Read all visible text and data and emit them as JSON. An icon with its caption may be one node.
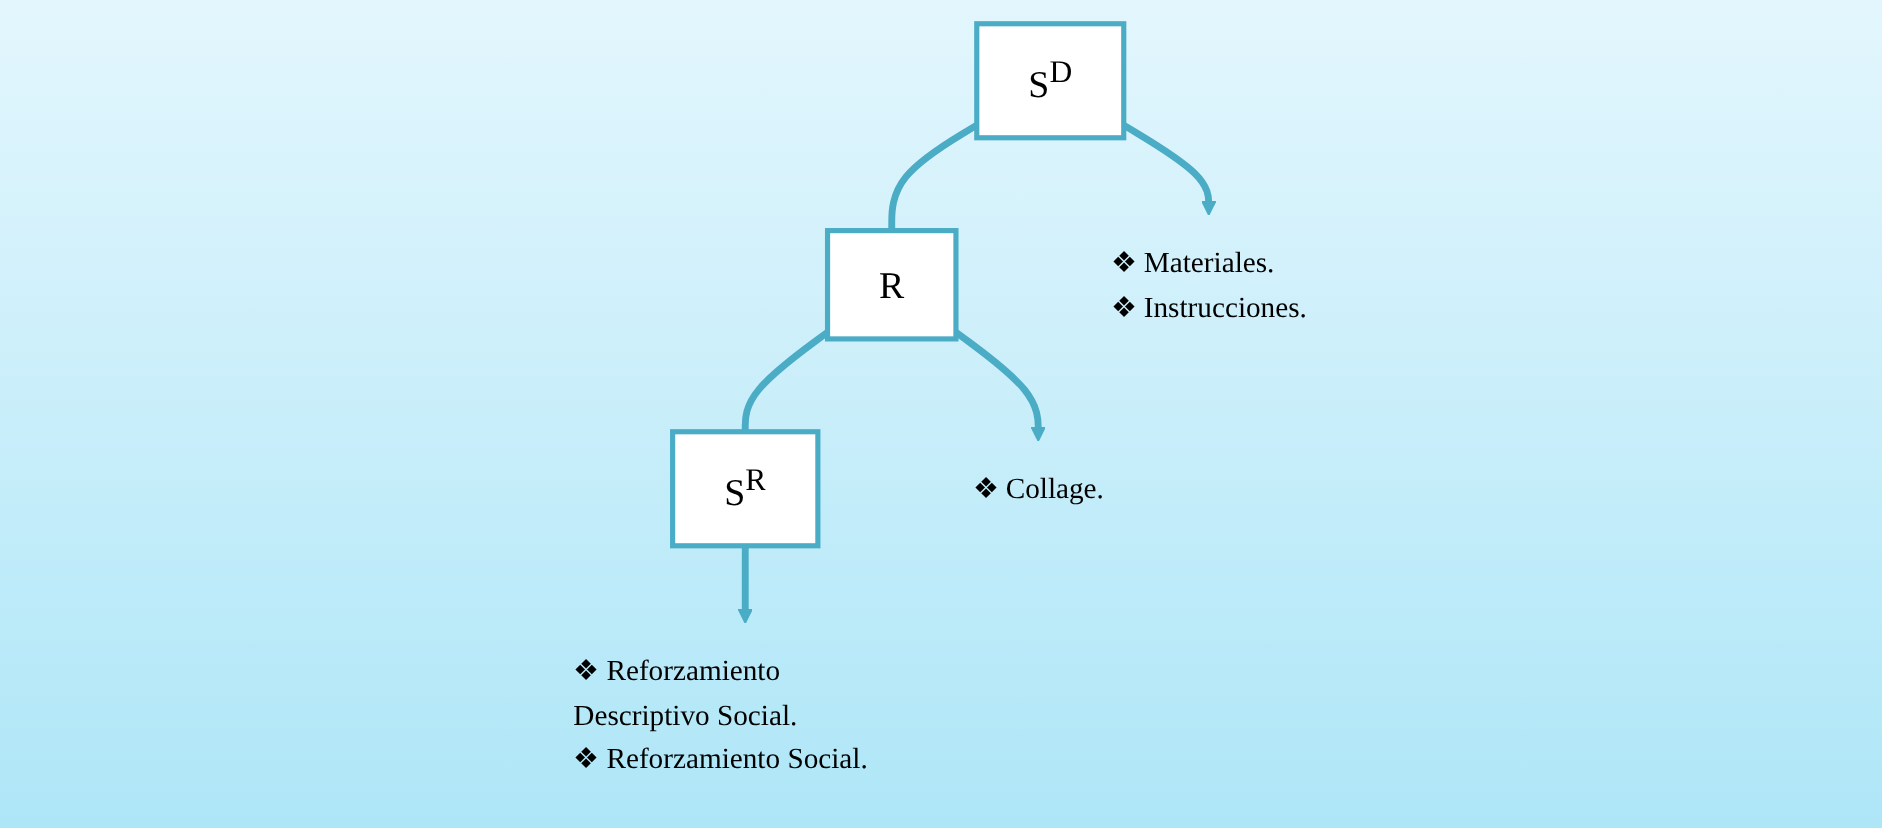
{
  "diagram": {
    "nodes": [
      {
        "text": [
          "S$^{D}$"
        ]
      },
      {
        "text": [
          "R"
        ]
      },
      {
        "text": [
          "S$^{R}$"
        ]
      },
      {
        "text": [
          "❖ Materiales.",
          "❖ Instrucciones."
        ]
      },
      {
        "text": [
          "❖ Collage."
        ]
      },
      {
        "text": [
          "❖ Reforzamiento Descriptivo Social.",
          "❖ Reforzamiento Social."
        ]
      }
    ],
    "edges": [
      {
        "from": 0,
        "to": 1,
        "arrow": "none"
      },
      {
        "from": 1,
        "to": 2,
        "arrow": "none"
      },
      {
        "from": 0,
        "to": 3,
        "arrow": "to"
      },
      {
        "from": 1,
        "to": 4,
        "arrow": "to"
      },
      {
        "from": 2,
        "to": 5,
        "arrow": "to"
      }
    ]
  }
}
